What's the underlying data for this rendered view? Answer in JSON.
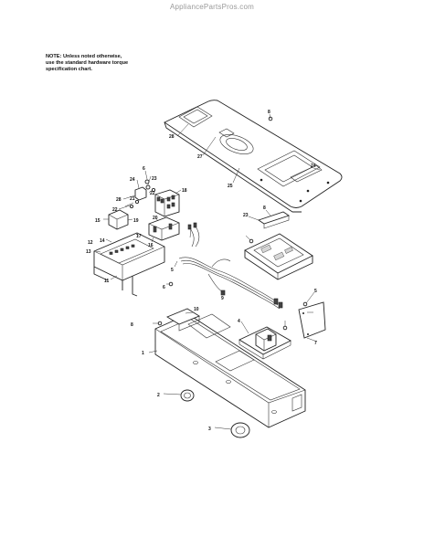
{
  "watermark": "AppliancePartsPros.com",
  "note": {
    "line1": "NOTE: Unless noted otherwise,",
    "line2": "use the standard hardware torque",
    "line3": "specification chart."
  },
  "callouts": {
    "c1": "1",
    "c2": "2",
    "c3": "3",
    "c4": "4",
    "c5a": "5",
    "c5b": "5",
    "c6a": "6",
    "c6b": "6",
    "c7": "7",
    "c8a": "8",
    "c8b": "8",
    "c9": "9",
    "c10": "10",
    "c11": "11",
    "c12": "12",
    "c13": "13",
    "c14": "14",
    "c15": "15",
    "c16": "16",
    "c17": "17",
    "c18": "18",
    "c19": "19",
    "c20": "20",
    "c21": "21",
    "c22a": "22",
    "c22b": "22",
    "c23a": "23",
    "c23b": "23",
    "c24a": "24",
    "c24b": "24",
    "c25": "25",
    "c27": "27",
    "c28a": "28",
    "c28b": "28"
  }
}
